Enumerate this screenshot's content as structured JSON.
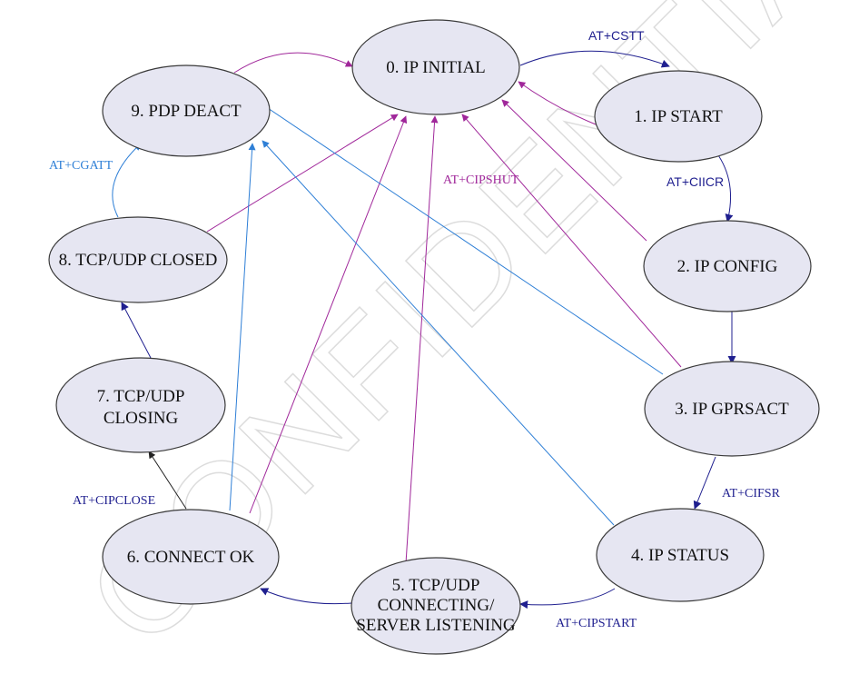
{
  "watermark": "CONFIDENTIAL FI",
  "colors": {
    "purple": "#a0279a",
    "navy": "#1f1f8f",
    "blue": "#2e7fd6",
    "black": "#222222",
    "node_fill": "#e6e6f2"
  },
  "states": [
    {
      "id": "s0",
      "lines": [
        "0. IP INITIAL"
      ]
    },
    {
      "id": "s1",
      "lines": [
        "1. IP START"
      ]
    },
    {
      "id": "s2",
      "lines": [
        "2. IP CONFIG"
      ]
    },
    {
      "id": "s3",
      "lines": [
        "3. IP GPRSACT"
      ]
    },
    {
      "id": "s4",
      "lines": [
        "4. IP STATUS"
      ]
    },
    {
      "id": "s5",
      "lines": [
        "5. TCP/UDP",
        "CONNECTING/",
        "SERVER LISTENING"
      ]
    },
    {
      "id": "s6",
      "lines": [
        "6. CONNECT OK"
      ]
    },
    {
      "id": "s7",
      "lines": [
        "7.  TCP/UDP",
        "CLOSING"
      ]
    },
    {
      "id": "s8",
      "lines": [
        "8. TCP/UDP CLOSED"
      ]
    },
    {
      "id": "s9",
      "lines": [
        "9. PDP DEACT"
      ]
    }
  ],
  "edge_labels": {
    "cstt": "AT+CSTT",
    "ciicr": "AT+CIICR",
    "cifsr": "AT+CIFSR",
    "cipstart": "AT+CIPSTART",
    "cipclose": "AT+CIPCLOSE",
    "cgatt": "AT+CGATT",
    "cipshut": "AT+CIPSHUT"
  }
}
